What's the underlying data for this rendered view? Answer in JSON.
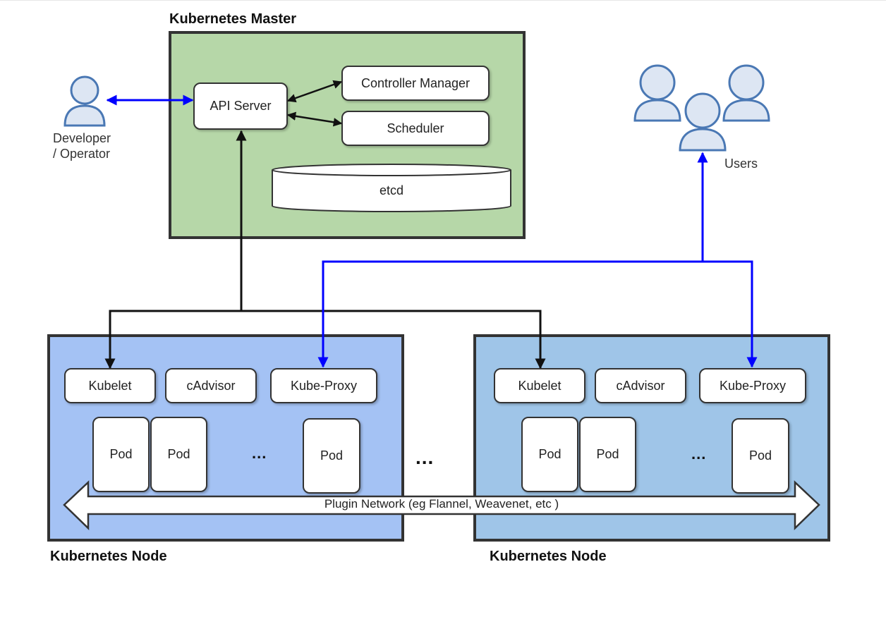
{
  "master": {
    "title": "Kubernetes Master",
    "api_server": "API Server",
    "controller_manager": "Controller Manager",
    "scheduler": "Scheduler",
    "etcd": "etcd"
  },
  "developer": {
    "line1": "Developer",
    "line2": "/ Operator"
  },
  "users": {
    "label": "Users"
  },
  "node_left": {
    "title": "Kubernetes Node",
    "kubelet": "Kubelet",
    "cadvisor": "cAdvisor",
    "kube_proxy": "Kube-Proxy",
    "pods": [
      "Pod",
      "Pod",
      "Pod"
    ],
    "pod_ellipsis": "..."
  },
  "node_right": {
    "title": "Kubernetes Node",
    "kubelet": "Kubelet",
    "cadvisor": "cAdvisor",
    "kube_proxy": "Kube-Proxy",
    "pods": [
      "Pod",
      "Pod",
      "Pod"
    ],
    "pod_ellipsis": "..."
  },
  "between_nodes_ellipsis": "...",
  "network": {
    "label": "Plugin Network (eg Flannel, Weavenet, etc )"
  },
  "colors": {
    "master_fill": "#b6d7a8",
    "node_left_fill": "#a4c2f4",
    "node_right_fill": "#9fc5e8",
    "frame": "#333333",
    "blue_link": "#0000ff",
    "black_link": "#111111",
    "person_fill": "#dde6f3",
    "person_stroke": "#4a78b4"
  }
}
